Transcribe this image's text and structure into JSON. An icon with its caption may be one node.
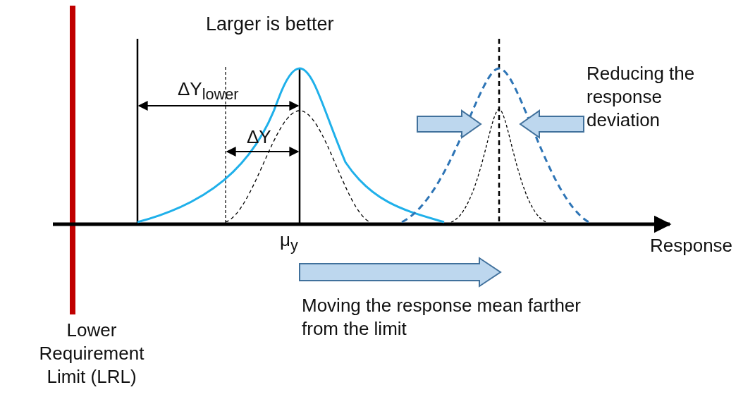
{
  "diagram": {
    "title": "Larger is better",
    "labels": [
      "ΔY$_{lower}$",
      "ΔY",
      "μ$_{y}$",
      "Response",
      "Reducing the response deviation",
      "Moving the response mean farther from the limit",
      "Lower Requirement Limit (LRL)"
    ]
  }
}
